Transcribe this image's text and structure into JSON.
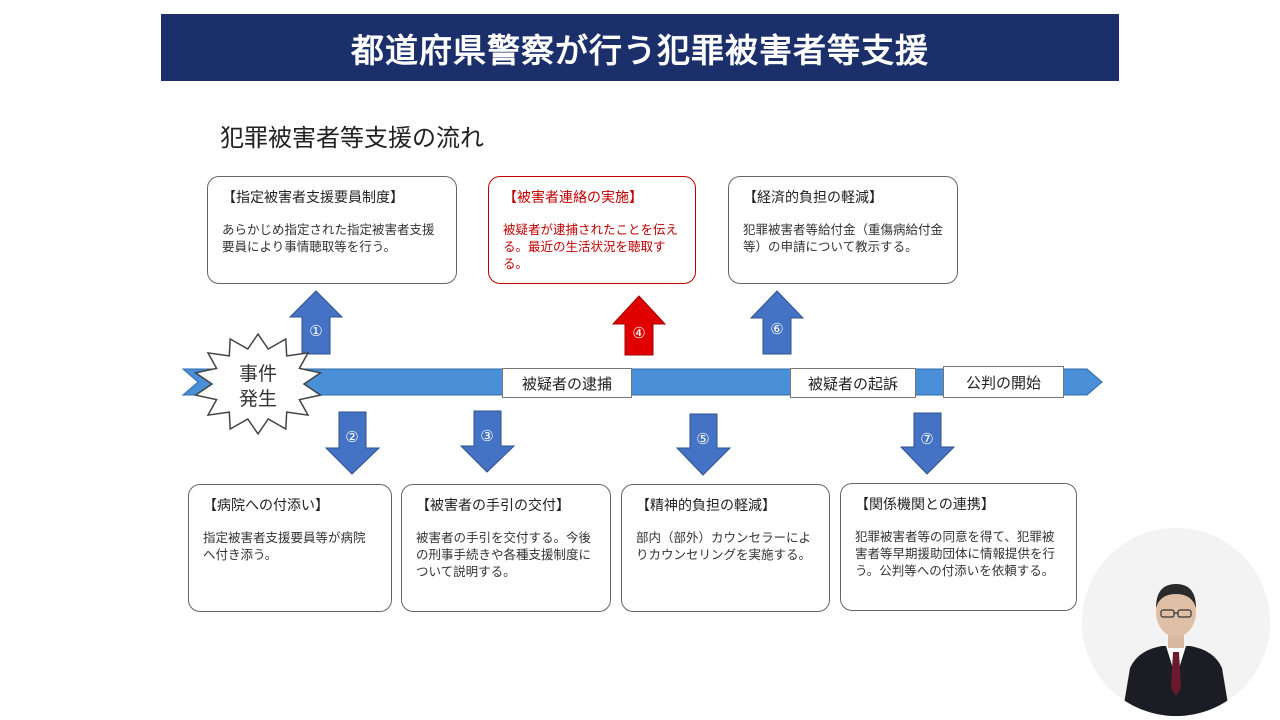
{
  "title": "都道府県警察が行う犯罪被害者等支援",
  "subtitle": "犯罪被害者等支援の流れ",
  "incident": {
    "line1": "事件",
    "line2": "発生"
  },
  "timeline": {
    "arrest": "被疑者の逮捕",
    "indictment": "被疑者の起訴",
    "trial": "公判の開始"
  },
  "colors": {
    "banner": "#1b2f6b",
    "arrow_blue": "#4472c4",
    "arrow_red": "#e00000",
    "highlight": "#c00000"
  },
  "steps": [
    {
      "num": "①",
      "head": "【指定被害者支援要員制度】",
      "body": "あらかじめ指定された指定被害者支援要員により事情聴取等を行う。"
    },
    {
      "num": "②",
      "head": "【病院への付添い】",
      "body": "指定被害者支援要員等が病院へ付き添う。"
    },
    {
      "num": "③",
      "head": "【被害者の手引の交付】",
      "body": "被害者の手引を交付する。今後の刑事手続きや各種支援制度について説明する。"
    },
    {
      "num": "④",
      "head": "【被害者連絡の実施】",
      "body": "被疑者が逮捕されたことを伝える。最近の生活状況を聴取する。"
    },
    {
      "num": "⑤",
      "head": "【精神的負担の軽減】",
      "body": "部内（部外）カウンセラーによりカウンセリングを実施する。"
    },
    {
      "num": "⑥",
      "head": "【経済的負担の軽減】",
      "body": "犯罪被害者等給付金（重傷病給付金等）の申請について教示する。"
    },
    {
      "num": "⑦",
      "head": "【関係機関との連携】",
      "body": "犯罪被害者等の同意を得て、犯罪被害者等早期援助団体に情報提供を行う。公判等への付添いを依頼する。"
    }
  ]
}
